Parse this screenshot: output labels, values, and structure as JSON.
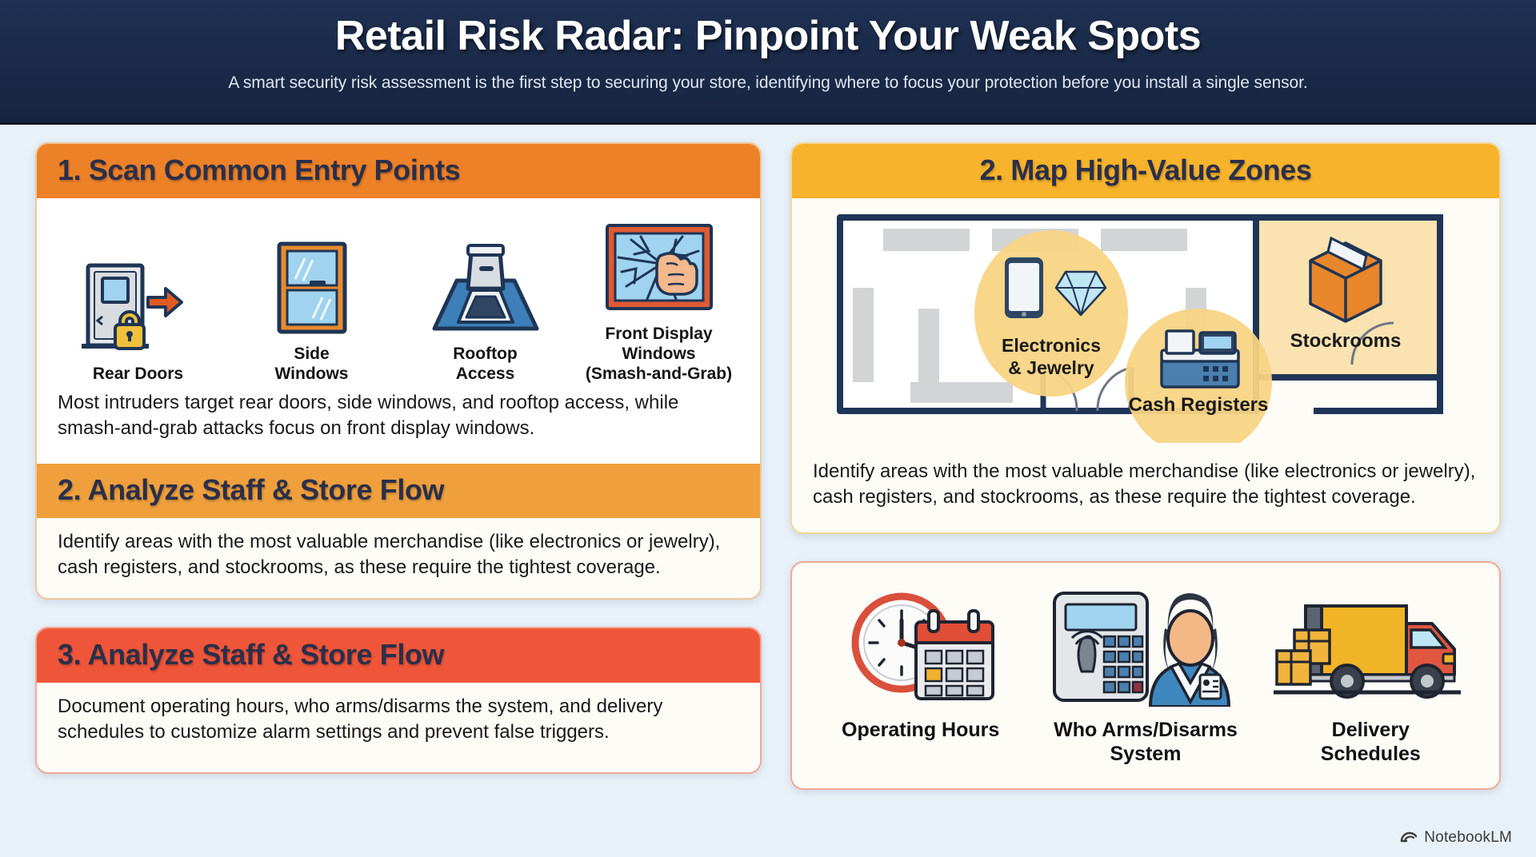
{
  "header": {
    "title": "Retail Risk Radar: Pinpoint Your Weak Spots",
    "subtitle": "A smart security risk assessment is the first step to securing your store, identifying where to focus your protection before you install a single sensor."
  },
  "colors": {
    "navy": "#1B2A4A",
    "page_background": "#E8F1F8",
    "orange": "#ED8128",
    "orange_light": "#EFA03C",
    "yellow": "#F7B32B",
    "red": "#EF5639",
    "card_background": "#FDFCF7",
    "heading_text": "#2B2F4A"
  },
  "left_column": {
    "card1": {
      "section1": {
        "heading": "1. Scan Common Entry Points",
        "icons": [
          {
            "label": "Rear Doors",
            "icon": "door-with-padlock-icon"
          },
          {
            "label": "Side\nWindows",
            "label_line1": "Side",
            "label_line2": "Windows",
            "icon": "window-icon"
          },
          {
            "label": "Rooftop\nAccess",
            "label_line1": "Rooftop",
            "label_line2": "Access",
            "icon": "roof-hatch-icon"
          },
          {
            "label": "Front Display Windows\n(Smash-and-Grab)",
            "label_line1": "Front Display Windows",
            "label_line2": "(Smash-and-Grab)",
            "icon": "smashed-window-fist-icon"
          }
        ],
        "body": "Most intruders target rear doors, side windows, and rooftop access, while smash-and-grab attacks focus on front display windows."
      },
      "section2": {
        "heading": "2. Analyze Staff & Store Flow",
        "body": "Identify areas with the most valuable merchandise (like electronics or jewelry), cash registers, and stockrooms, as these require the tightest coverage."
      }
    },
    "card2": {
      "heading": "3. Analyze Staff & Store Flow",
      "body": "Document operating hours, who arms/disarms the system, and delivery schedules to customize alarm settings and prevent false triggers."
    }
  },
  "right_column": {
    "card1": {
      "heading": "2. Map High-Value Zones",
      "floorplan": {
        "zones": [
          {
            "label_line1": "Electronics",
            "label_line2": "& Jewelry",
            "icon": "smartphone-and-diamond-icon"
          },
          {
            "label": "Cash Registers",
            "icon": "cash-register-icon"
          },
          {
            "label": "Stockrooms",
            "icon": "cardboard-box-icon"
          }
        ]
      },
      "body": "Identify areas with the most valuable merchandise (like electronics or jewelry), cash registers, and stockrooms, as these require the tightest coverage."
    },
    "card2": {
      "features": [
        {
          "label_line1": "Operating Hours",
          "label_line2": "",
          "icon": "clock-and-calendar-icon"
        },
        {
          "label_line1": "Who Arms/Disarms",
          "label_line2": "System",
          "icon": "keypad-and-employee-icon"
        },
        {
          "label_line1": "Delivery",
          "label_line2": "Schedules",
          "icon": "delivery-truck-icon"
        }
      ]
    }
  },
  "watermark": {
    "label": "NotebookLM",
    "icon": "notebooklm-logo-icon"
  }
}
